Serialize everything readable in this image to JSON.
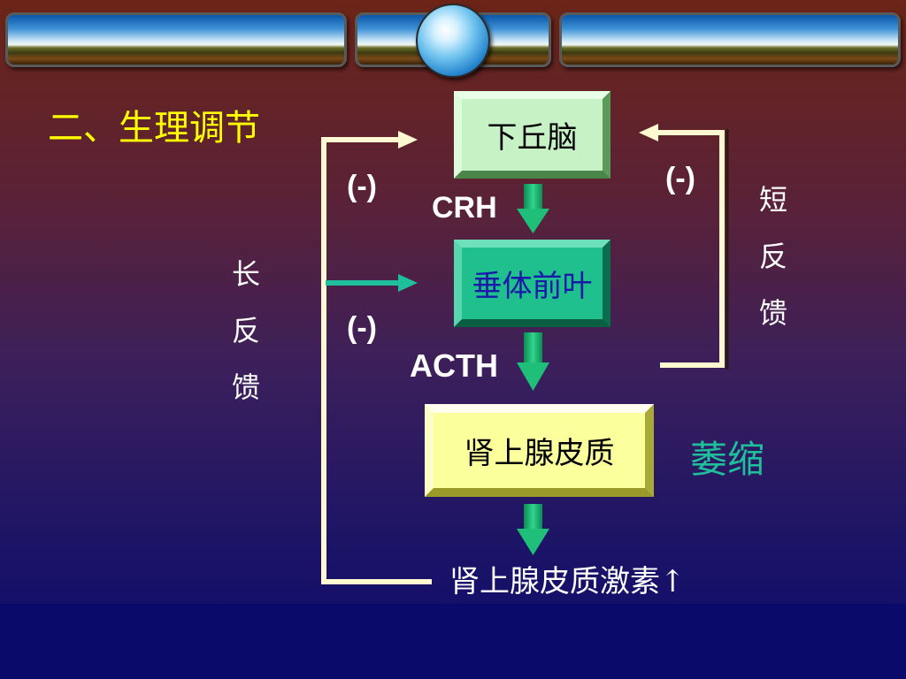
{
  "slide": {
    "title": "二、生理调节",
    "boxes": {
      "hypothalamus": "下丘脑",
      "anterior_pituitary": "垂体前叶",
      "adrenal_cortex": "肾上腺皮质"
    },
    "hormones": {
      "crh": "CRH",
      "acth": "ACTH"
    },
    "negative_labels": {
      "long_upper": "(-)",
      "long_lower": "(-)",
      "short": "(-)"
    },
    "long_feedback": [
      "长",
      "反",
      "馈"
    ],
    "short_feedback": [
      "短",
      "反",
      "馈"
    ],
    "atrophy": "萎缩",
    "output": "肾上腺皮质激素↑"
  },
  "colors": {
    "title": "#ffff00",
    "arrow_green": "#1fbf7a",
    "feedback_line": "#fff8d0",
    "teal_arrow": "#1fbf9c"
  }
}
